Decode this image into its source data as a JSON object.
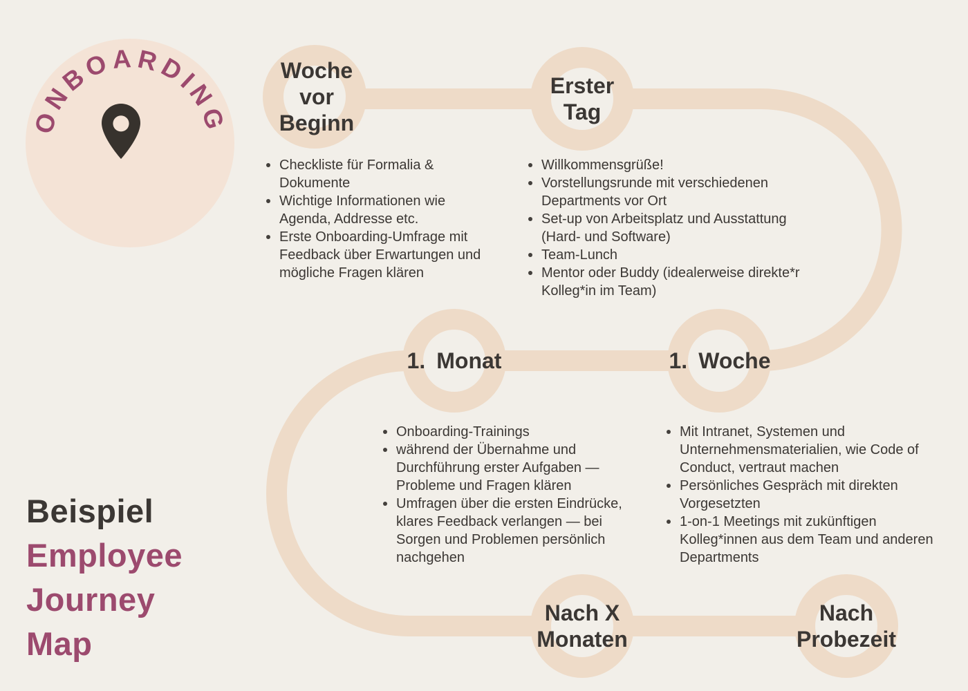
{
  "badge": {
    "arc_text": "ONBOARDING",
    "pin_icon": "map-pin"
  },
  "title": {
    "lines": [
      "Beispiel",
      "Employee",
      "Journey",
      "Map"
    ]
  },
  "colors": {
    "background": "#f2efe9",
    "path": "#eedbc8",
    "badge_circle": "#f4e3d6",
    "text_dark": "#3b3734",
    "accent_maroon": "#9c4a6e"
  },
  "stages": [
    {
      "id": "woche-vor-beginn",
      "label": "Woche\nvor\nBeginn",
      "items": [
        "Checkliste für Formalia & Dokumente",
        "Wichtige Informationen wie Agenda, Addresse etc.",
        "Erste Onboarding-Umfrage mit Feedback über Erwartungen und mögliche Fragen klären"
      ]
    },
    {
      "id": "erster-tag",
      "label": "Erster\nTag",
      "items": [
        "Willkommensgrüße!",
        "Vorstellungsrunde mit verschiedenen Departments vor Ort",
        "Set-up von Arbeitsplatz und Ausstattung (Hard- und Software)",
        "Team-Lunch",
        "Mentor oder Buddy (idealerweise direkte*r Kolleg*in im Team)"
      ]
    },
    {
      "id": "erste-woche",
      "label": "1. Woche",
      "items": [
        "Mit Intranet, Systemen und Unternehmensmaterialien, wie Code of Conduct, vertraut machen",
        "Persönliches Gespräch mit direkten Vorgesetzten",
        "1-on-1 Meetings mit zukünftigen Kolleg*innen aus dem Team und anderen Departments"
      ]
    },
    {
      "id": "erster-monat",
      "label": "1. Monat",
      "items": [
        "Onboarding-Trainings",
        "während der Übernahme und Durchführung erster Aufgaben — Probleme und Fragen klären",
        "Umfragen über die ersten Eindrücke, klares Feedback verlangen — bei Sorgen und Problemen persönlich nachgehen"
      ]
    },
    {
      "id": "nach-x-monaten",
      "label": "Nach X\nMonaten",
      "items": []
    },
    {
      "id": "nach-probezeit",
      "label": "Nach\nProbezeit",
      "items": []
    }
  ]
}
